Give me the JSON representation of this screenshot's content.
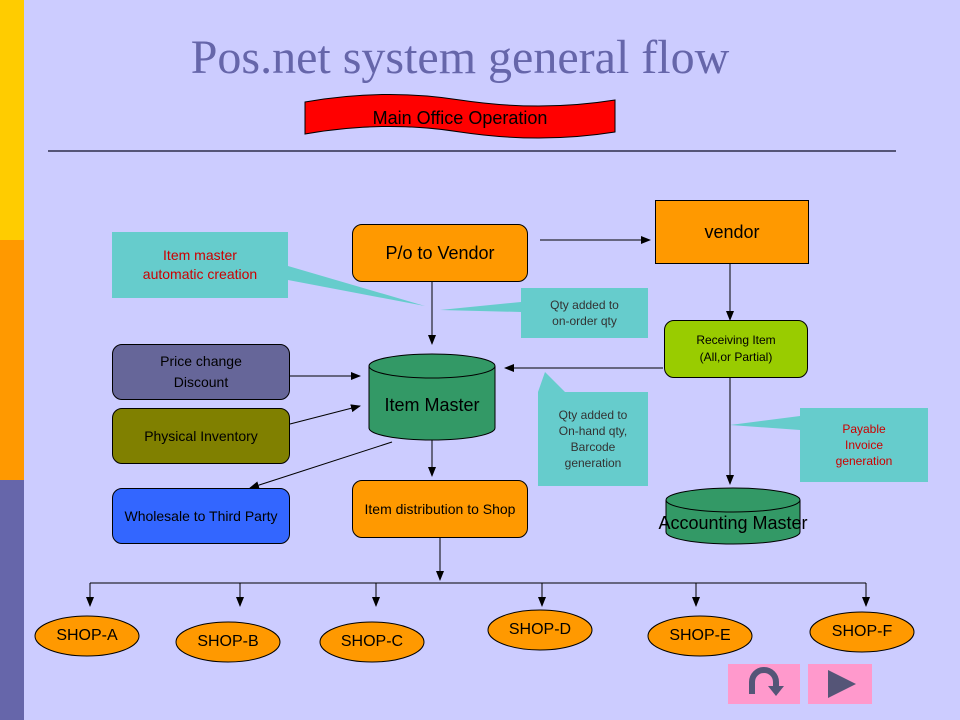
{
  "title": "Pos.net system general flow",
  "banner": {
    "label": "Main Office Operation"
  },
  "nodes": {
    "po_vendor": "P/o to Vendor",
    "vendor": "vendor",
    "receiving": [
      "Receiving Item",
      "(All,or Partial)"
    ],
    "price_change": [
      "Price change",
      "Discount"
    ],
    "physical_inventory": "Physical Inventory",
    "wholesale": "Wholesale to Third Party",
    "item_master": "Item Master",
    "item_distribution": "Item distribution to Shop",
    "accounting_master": "Accounting Master"
  },
  "callouts": {
    "item_master_creation": [
      "Item master",
      "automatic creation"
    ],
    "qty_on_order": [
      "Qty added to",
      "on-order qty"
    ],
    "qty_on_hand": [
      "Qty added to",
      "On-hand qty,",
      "Barcode",
      "generation"
    ],
    "payable_invoice": [
      "Payable",
      "Invoice",
      "generation"
    ]
  },
  "shops": [
    "SHOP-A",
    "SHOP-B",
    "SHOP-C",
    "SHOP-D",
    "SHOP-E",
    "SHOP-F"
  ],
  "nav": {
    "return_icon": "u-turn-icon",
    "next_icon": "play-icon"
  },
  "colors": {
    "background": "#ccccff",
    "banner": "#ff0000",
    "orange": "#ff9900",
    "green": "#99cc00",
    "slate": "#666699",
    "olive": "#808000",
    "blue": "#3366ff",
    "teal": "#339966",
    "cyan": "#66cccc"
  }
}
